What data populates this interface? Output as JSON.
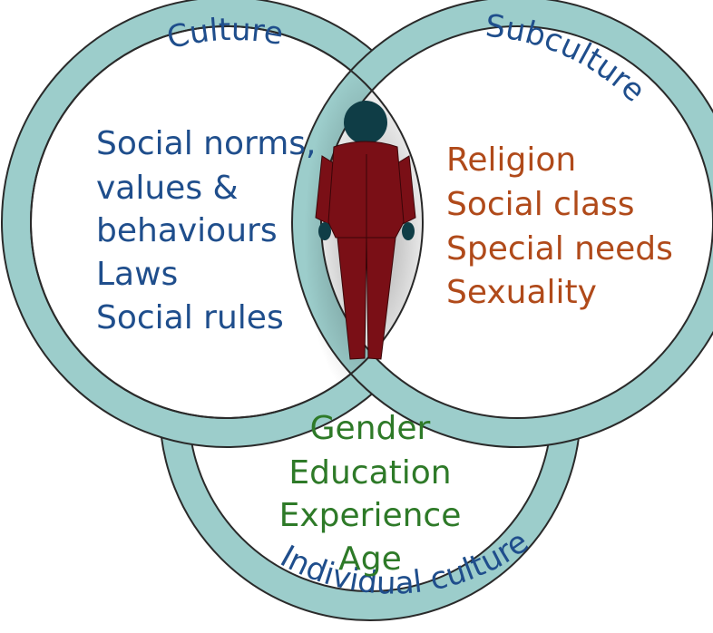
{
  "rings": {
    "culture": {
      "label": "Culture",
      "items": [
        "Social norms,",
        "values &",
        "behaviours",
        "Laws",
        "Social rules"
      ]
    },
    "subculture": {
      "label": "Subculture",
      "items": [
        "Religion",
        "Social class",
        "Special needs",
        "Sexuality"
      ]
    },
    "individual": {
      "label": "Individual culture",
      "items": [
        "Gender",
        "Education",
        "Experience",
        "Age"
      ]
    }
  },
  "colors": {
    "ring_fill": "#9ccdcb",
    "outline": "#2a2a2a",
    "culture_text": "#1f4e8c",
    "subculture_text": "#b04a1a",
    "individual_text": "#2e7a28",
    "figure_body": "#7a0f16",
    "figure_head": "#0f3d46"
  },
  "figure": {
    "icon": "person-icon"
  }
}
